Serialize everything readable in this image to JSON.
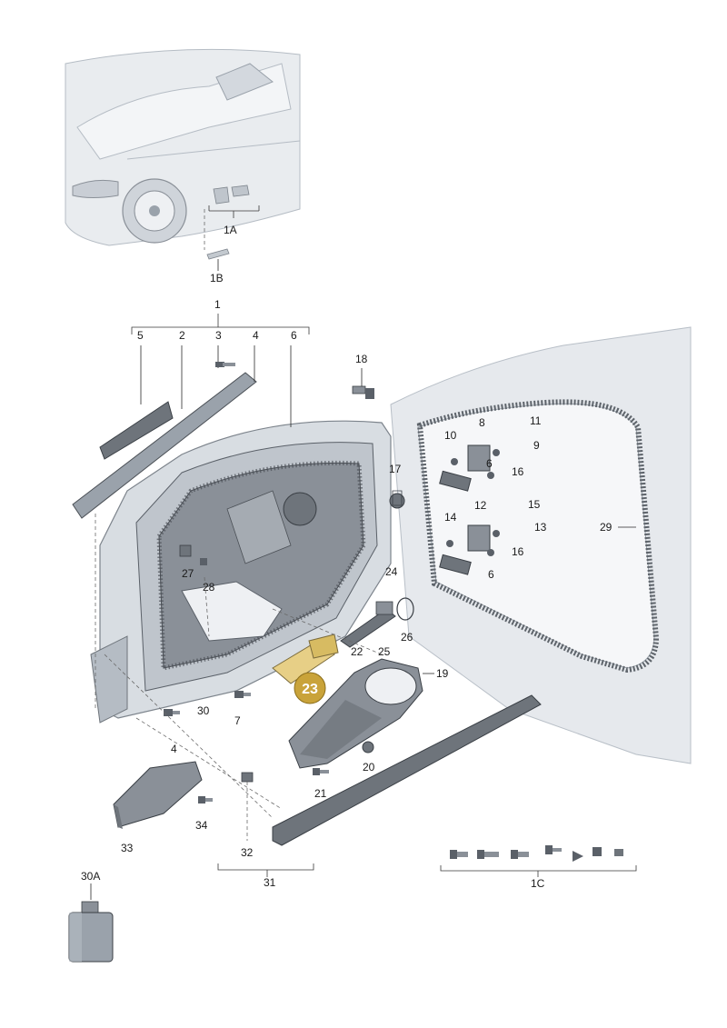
{
  "colors": {
    "body_fill": "#dfe3e8",
    "body_stroke": "#9aa2ab",
    "part_dark": "#5a6068",
    "part_mid": "#8a9098",
    "seal": "#6f757c",
    "highlight_part": "#e7cf86",
    "highlight_badge": "#c9a33a",
    "line": "#2b2b2b"
  },
  "callouts": {
    "c1": "1",
    "c1A": "1A",
    "c1B": "1B",
    "c1C": "1C",
    "c2": "2",
    "c3": "3",
    "c4a": "4",
    "c4b": "4",
    "c5": "5",
    "c6a": "6",
    "c6b": "6",
    "c6c": "6",
    "c7": "7",
    "c8": "8",
    "c9": "9",
    "c10": "10",
    "c11": "11",
    "c12": "12",
    "c13": "13",
    "c14": "14",
    "c15": "15",
    "c16a": "16",
    "c16b": "16",
    "c17": "17",
    "c18": "18",
    "c19": "19",
    "c20": "20",
    "c21": "21",
    "c22": "22",
    "c23": "23",
    "c24": "24",
    "c25": "25",
    "c26": "26",
    "c27": "27",
    "c28": "28",
    "c29": "29",
    "c30": "30",
    "c30A": "30A",
    "c31": "31",
    "c32": "32",
    "c33": "33",
    "c34": "34"
  }
}
